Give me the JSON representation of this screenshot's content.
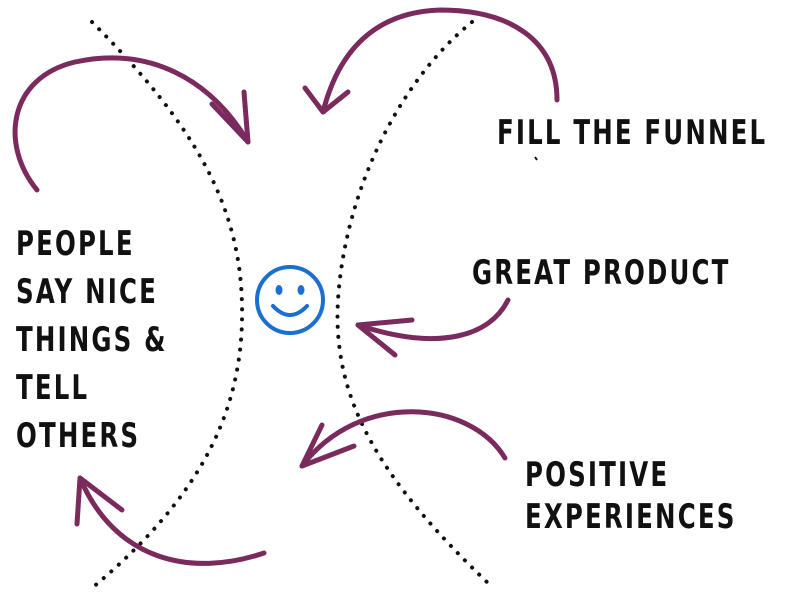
{
  "labels": {
    "fill_the_funnel": "FILL THE FUNNEL",
    "great_product": "GREAT PRODUCT",
    "positive_experiences_line1": "POSITIVE",
    "positive_experiences_line2": "EXPERIENCES",
    "people_line1": "PEOPLE",
    "people_line2": "SAY NICE",
    "people_line3": "THINGS &",
    "people_line4": "TELL",
    "people_line5": "OTHERS"
  },
  "icons": {
    "center": "smiley-face-icon"
  },
  "colors": {
    "arrow": "#7a2a5c",
    "smiley": "#1a6fd0",
    "dotted_line": "#111111",
    "text": "#111111"
  }
}
